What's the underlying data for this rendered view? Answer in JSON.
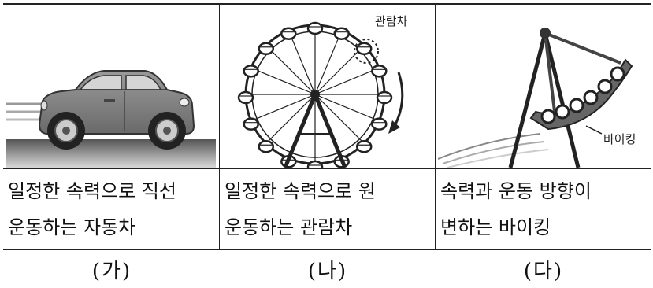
{
  "panels": [
    {
      "lines": [
        "일정한 속력으로 직선",
        "운동하는 자동차"
      ],
      "label": "(가)"
    },
    {
      "callout": "관람차",
      "lines": [
        "일정한 속력으로 원",
        "운동하는 관람차"
      ],
      "label": "(나)"
    },
    {
      "callout": "바이킹",
      "lines": [
        "속력과 운동 방향이",
        "변하는 바이킹"
      ],
      "label": "(다)"
    }
  ]
}
